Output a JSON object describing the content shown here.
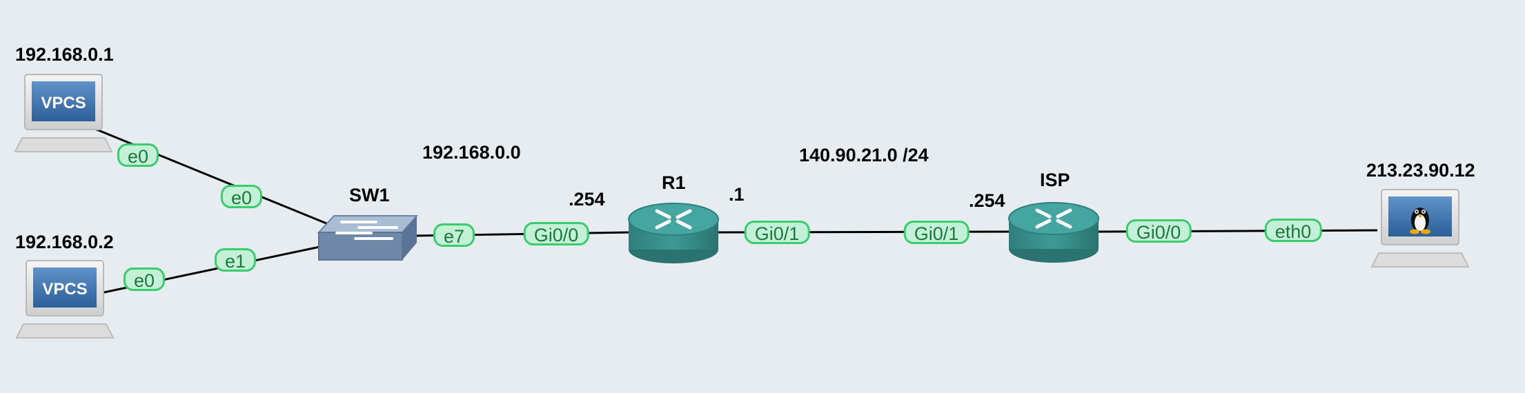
{
  "nodes": {
    "pc1": {
      "label": "192.168.0.1",
      "screen_text": "VPCS"
    },
    "pc2": {
      "label": "192.168.0.2",
      "screen_text": "VPCS"
    },
    "sw1": {
      "label": "SW1"
    },
    "r1": {
      "label": "R1"
    },
    "isp": {
      "label": "ISP"
    },
    "linux_host": {
      "label": "213.23.90.12"
    }
  },
  "networks": {
    "lan": "192.168.0.0",
    "wan": "140.90.21.0 /24"
  },
  "host_suffixes": {
    "r1_lan": ".254",
    "r1_wan": ".1",
    "isp_wan": ".254"
  },
  "ports": {
    "pc1_e0": "e0",
    "sw1_e0": "e0",
    "pc2_e0": "e0",
    "sw1_e1": "e1",
    "sw1_e7": "e7",
    "r1_gi00": "Gi0/0",
    "r1_gi01": "Gi0/1",
    "isp_gi01": "Gi0/1",
    "isp_gi00": "Gi0/0",
    "linux_eth0": "eth0"
  },
  "colors": {
    "background": "#e6ecf0",
    "link": "#000000",
    "port_fill": "#c3f0d6",
    "port_border": "#38cc6c",
    "port_text": "#1a7a3c",
    "router": "#3a8f8c",
    "switch": "#7d95b3"
  }
}
